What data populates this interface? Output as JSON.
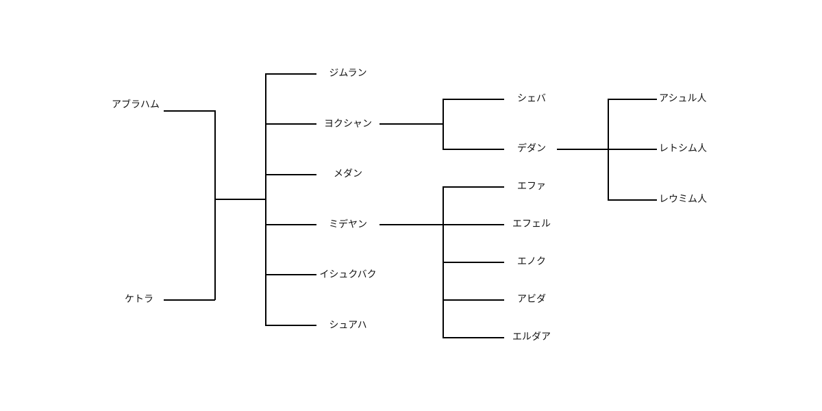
{
  "tree": {
    "parents": [
      {
        "id": "abraham",
        "label": "アブラハム"
      },
      {
        "id": "keturah",
        "label": "ケトラ"
      }
    ],
    "sons": [
      {
        "id": "zimran",
        "label": "ジムラン"
      },
      {
        "id": "jokshan",
        "label": "ヨクシャン"
      },
      {
        "id": "medan",
        "label": "メダン"
      },
      {
        "id": "midian",
        "label": "ミデヤン"
      },
      {
        "id": "ishbak",
        "label": "イシュクバク"
      },
      {
        "id": "shuah",
        "label": "シュアハ"
      }
    ],
    "jokshan_children": [
      {
        "id": "sheba",
        "label": "シェバ"
      },
      {
        "id": "dedan",
        "label": "デダン"
      }
    ],
    "midian_children": [
      {
        "id": "ephah",
        "label": "エファ"
      },
      {
        "id": "epher",
        "label": "エフェル"
      },
      {
        "id": "hanoch",
        "label": "エノク"
      },
      {
        "id": "abida",
        "label": "アビダ"
      },
      {
        "id": "eldaah",
        "label": "エルダア"
      }
    ],
    "dedan_children": [
      {
        "id": "asshurim",
        "label": "アシュル人"
      },
      {
        "id": "letushim",
        "label": "レトシム人"
      },
      {
        "id": "leummim",
        "label": "レウミム人"
      }
    ]
  }
}
